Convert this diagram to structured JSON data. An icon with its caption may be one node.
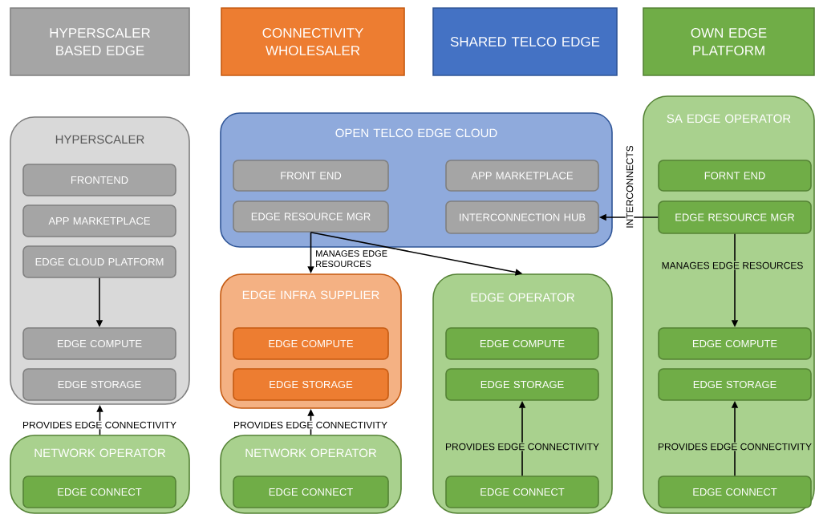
{
  "diagram": {
    "nodes": [
      {
        "text": [
          "HYPERSCALER BASED EDGE"
        ]
      },
      {
        "text": [
          "CONNECTIVITY WHOLESALER"
        ]
      },
      {
        "text": [
          "SHARED TELCO EDGE"
        ]
      },
      {
        "text": [
          "OWN EDGE PLATFORM"
        ]
      },
      {
        "text": [
          "HYPERSCALER"
        ]
      },
      {
        "text": [
          "FRONTEND"
        ],
        "in": 4
      },
      {
        "text": [
          "APP MARKETPLACE"
        ],
        "in": 4
      },
      {
        "text": [
          "EDGE CLOUD PLATFORM"
        ],
        "in": 4
      },
      {
        "text": [
          "EDGE COMPUTE"
        ],
        "in": 4
      },
      {
        "text": [
          "EDGE STORAGE"
        ],
        "in": 4
      },
      {
        "text": [
          "OPEN TELCO EDGE CLOUD"
        ]
      },
      {
        "text": [
          "FRONT END"
        ],
        "in": 10
      },
      {
        "text": [
          "EDGE RESOURCE MGR"
        ],
        "in": 10
      },
      {
        "text": [
          "APP MARKETPLACE"
        ],
        "in": 10
      },
      {
        "text": [
          "INTERCONNECTION HUB"
        ],
        "in": 10
      },
      {
        "text": [
          "SA EDGE OPERATOR"
        ]
      },
      {
        "text": [
          "FORNT END"
        ],
        "in": 15
      },
      {
        "text": [
          "EDGE RESOURCE MGR"
        ],
        "in": 15
      },
      {
        "text": [
          "EDGE COMPUTE"
        ],
        "in": 15
      },
      {
        "text": [
          "EDGE STORAGE"
        ],
        "in": 15
      },
      {
        "text": [
          "EDGE INFRA SUPPLIER"
        ]
      },
      {
        "text": [
          "EDGE COMPUTE"
        ],
        "in": 20
      },
      {
        "text": [
          "EDGE STORAGE"
        ],
        "in": 20
      },
      {
        "text": [
          "EDGE  OPERATOR"
        ]
      },
      {
        "text": [
          "EDGE COMPUTE"
        ],
        "in": 23
      },
      {
        "text": [
          "EDGE STORAGE"
        ],
        "in": 23
      },
      {
        "text": [
          "EDGE CONNECT"
        ],
        "in": 23
      },
      {
        "text": [
          "NETWORK OPERATOR"
        ]
      },
      {
        "text": [
          "EDGE CONNECT"
        ],
        "in": 27
      },
      {
        "text": [
          "NETWORK OPERATOR"
        ]
      },
      {
        "text": [
          "EDGE CONNECT"
        ],
        "in": 29
      },
      {
        "text": [
          "EDGE CONNECT"
        ],
        "in": 15
      }
    ],
    "edges": [
      {
        "from": 7,
        "to": 8,
        "arrow": "to"
      },
      {
        "from": 12,
        "to": 20,
        "arrow": "to",
        "label": "MANAGES EDGE RESOURCES"
      },
      {
        "from": 12,
        "to": 23,
        "arrow": "to"
      },
      {
        "from": 17,
        "to": 14,
        "arrow": "to",
        "label": "INTERCONNECTS"
      },
      {
        "from": 17,
        "to": 18,
        "arrow": "to",
        "label": "MANAGES EDGE RESOURCES"
      },
      {
        "from": 27,
        "to": 4,
        "arrow": "to",
        "label": "PROVIDES EDGE CONNECTIVITY"
      },
      {
        "from": 29,
        "to": 20,
        "arrow": "to",
        "label": "PROVIDES EDGE CONNECTIVITY"
      },
      {
        "from": 26,
        "to": 25,
        "arrow": "to",
        "label": "PROVIDES EDGE CONNECTIVITY"
      },
      {
        "from": 31,
        "to": 19,
        "arrow": "to",
        "label": "PROVIDES EDGE CONNECTIVITY"
      }
    ]
  }
}
